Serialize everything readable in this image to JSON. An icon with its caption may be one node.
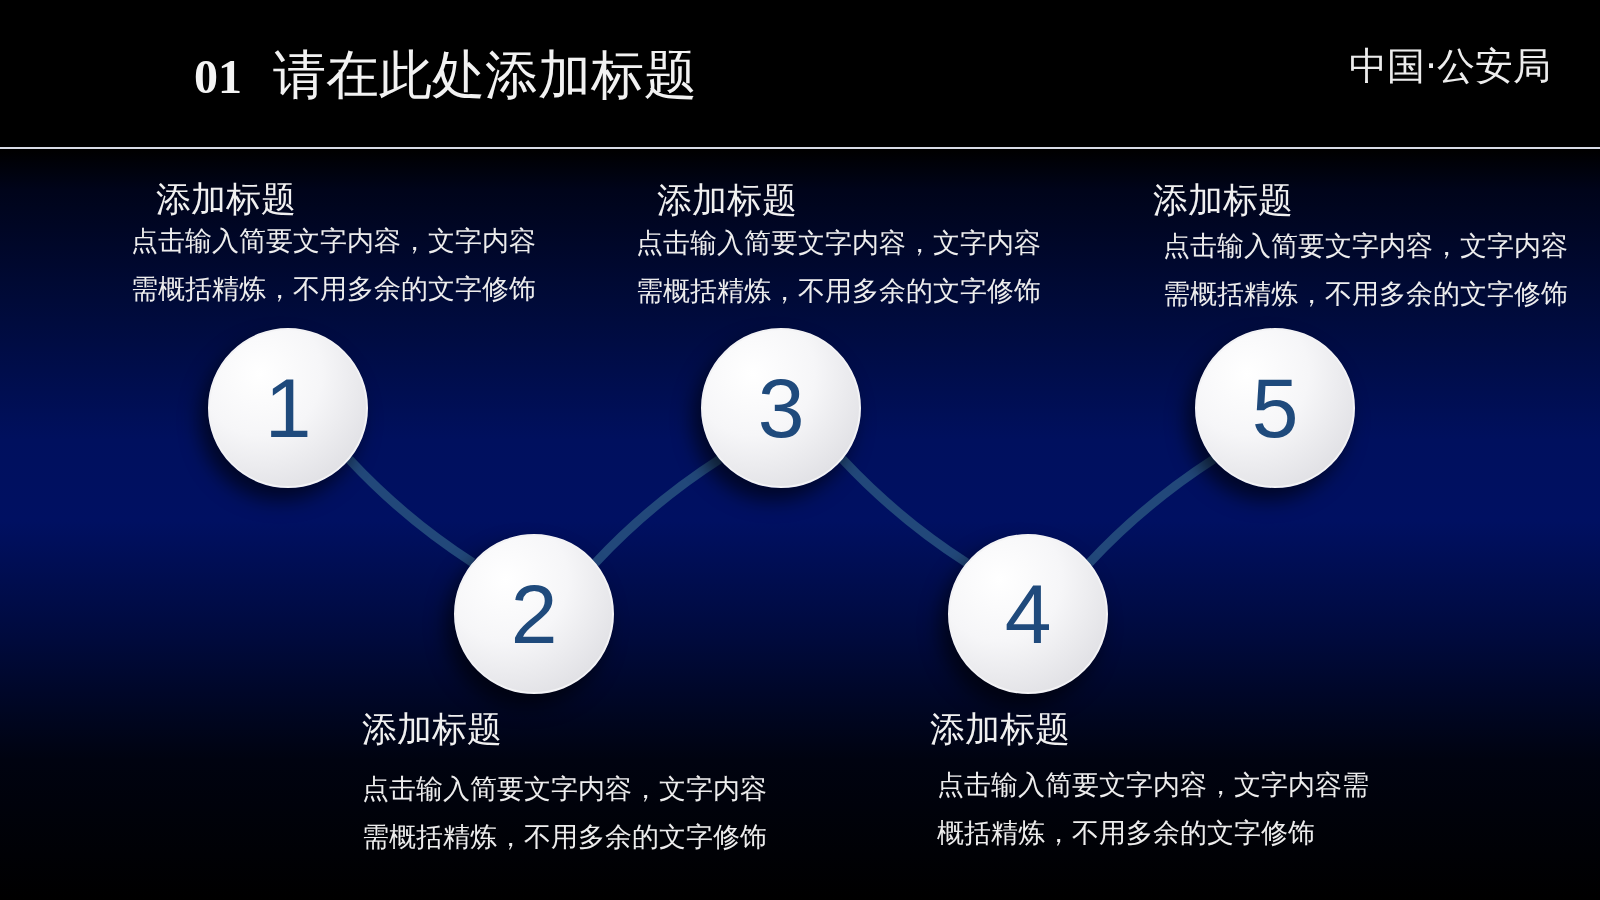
{
  "diagram": {
    "title": "**01** 请在此处添加标题",
    "nodes": [
      {
        "text": [
          "1"
        ],
        "beside": [
          "添加标题",
          "点击输入简要文字内容，文字内容需概括精炼，不用多余的文字修饰"
        ]
      },
      {
        "text": [
          "2"
        ],
        "beside": [
          "添加标题",
          "点击输入简要文字内容，文字内容需概括精炼，不用多余的文字修饰"
        ]
      },
      {
        "text": [
          "3"
        ],
        "beside": [
          "添加标题",
          "点击输入简要文字内容，文字内容需概括精炼，不用多余的文字修饰"
        ]
      },
      {
        "text": [
          "4"
        ],
        "beside": [
          "添加标题",
          "点击输入简要文字内容，文字内容需概括精炼，不用多余的文字修饰"
        ]
      },
      {
        "text": [
          "5"
        ],
        "beside": [
          "添加标题",
          "点击输入简要文字内容，文字内容需概括精炼，不用多余的文字修饰"
        ]
      }
    ],
    "edges": [
      {
        "from": 0,
        "to": 1,
        "arrow": "none"
      },
      {
        "from": 1,
        "to": 2,
        "arrow": "none"
      },
      {
        "from": 2,
        "to": 3,
        "arrow": "none"
      },
      {
        "from": 3,
        "to": 4,
        "arrow": "none"
      }
    ],
    "labels": [
      "中国·公安局"
    ]
  }
}
